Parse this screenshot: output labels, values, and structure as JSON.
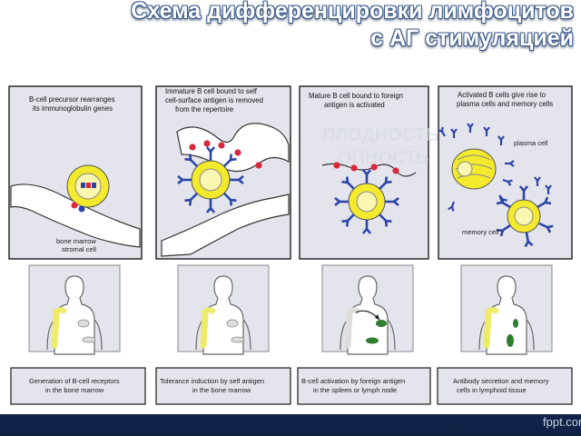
{
  "slide": {
    "title_line1": "Схема дифференцировки лимфоцитов",
    "title_line2": "с АГ стимуляцией",
    "watermark": "fppt.com"
  },
  "panels": [
    {
      "caption": [
        "B-cell precursor rearranges",
        "its immunoglobulin genes"
      ],
      "cell_label": [
        "bone marrow",
        "stromal cell"
      ]
    },
    {
      "caption": [
        "Immature B cell bound to self",
        "cell-surface antigen is removed",
        "from the repertoire"
      ]
    },
    {
      "caption": [
        "Mature B cell bound to foreign",
        "antigen is activated"
      ],
      "watermark_text": [
        "ПЛОДНОСТЬ",
        "ОПНОСТЬ"
      ]
    },
    {
      "caption": [
        "Activated B cells give rise to",
        "plasma cells and memory cells"
      ],
      "plasma_label": "plasma cell",
      "memory_label": "memory cell"
    }
  ],
  "bottom_captions": [
    [
      "Generation of B-cell receptors",
      "in the bone marrow"
    ],
    [
      "Tolerance induction by self antigen",
      "in the bone marrow"
    ],
    [
      "B-cell activation by foreign antigen",
      "in the spleen or lymph node"
    ],
    [
      "Antibody secretion and memory",
      "cells in lymphoid tissue"
    ]
  ],
  "colors": {
    "panel_bg": "#e4e5ec",
    "cell_yellow": "#f3ea2e",
    "receptor_blue": "#2c45a8",
    "antigen_red": "#d8283c",
    "bone_yellow": "#eeea6a",
    "lymph_green": "#2f7d2f"
  }
}
